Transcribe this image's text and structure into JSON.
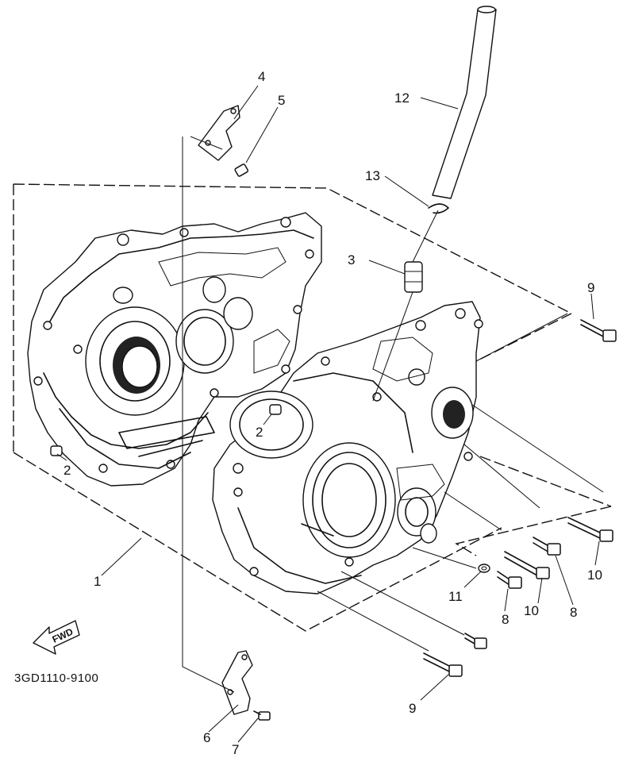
{
  "diagram": {
    "code": "3GD1110-9100",
    "fwd_label": "FWD",
    "callouts": {
      "c1": "1",
      "c2a": "2",
      "c2b": "2",
      "c3": "3",
      "c4": "4",
      "c5": "5",
      "c6": "6",
      "c7": "7",
      "c8a": "8",
      "c8b": "8",
      "c9a": "9",
      "c9b": "9",
      "c10a": "10",
      "c10b": "10",
      "c11": "11",
      "c12": "12",
      "c13": "13"
    }
  }
}
